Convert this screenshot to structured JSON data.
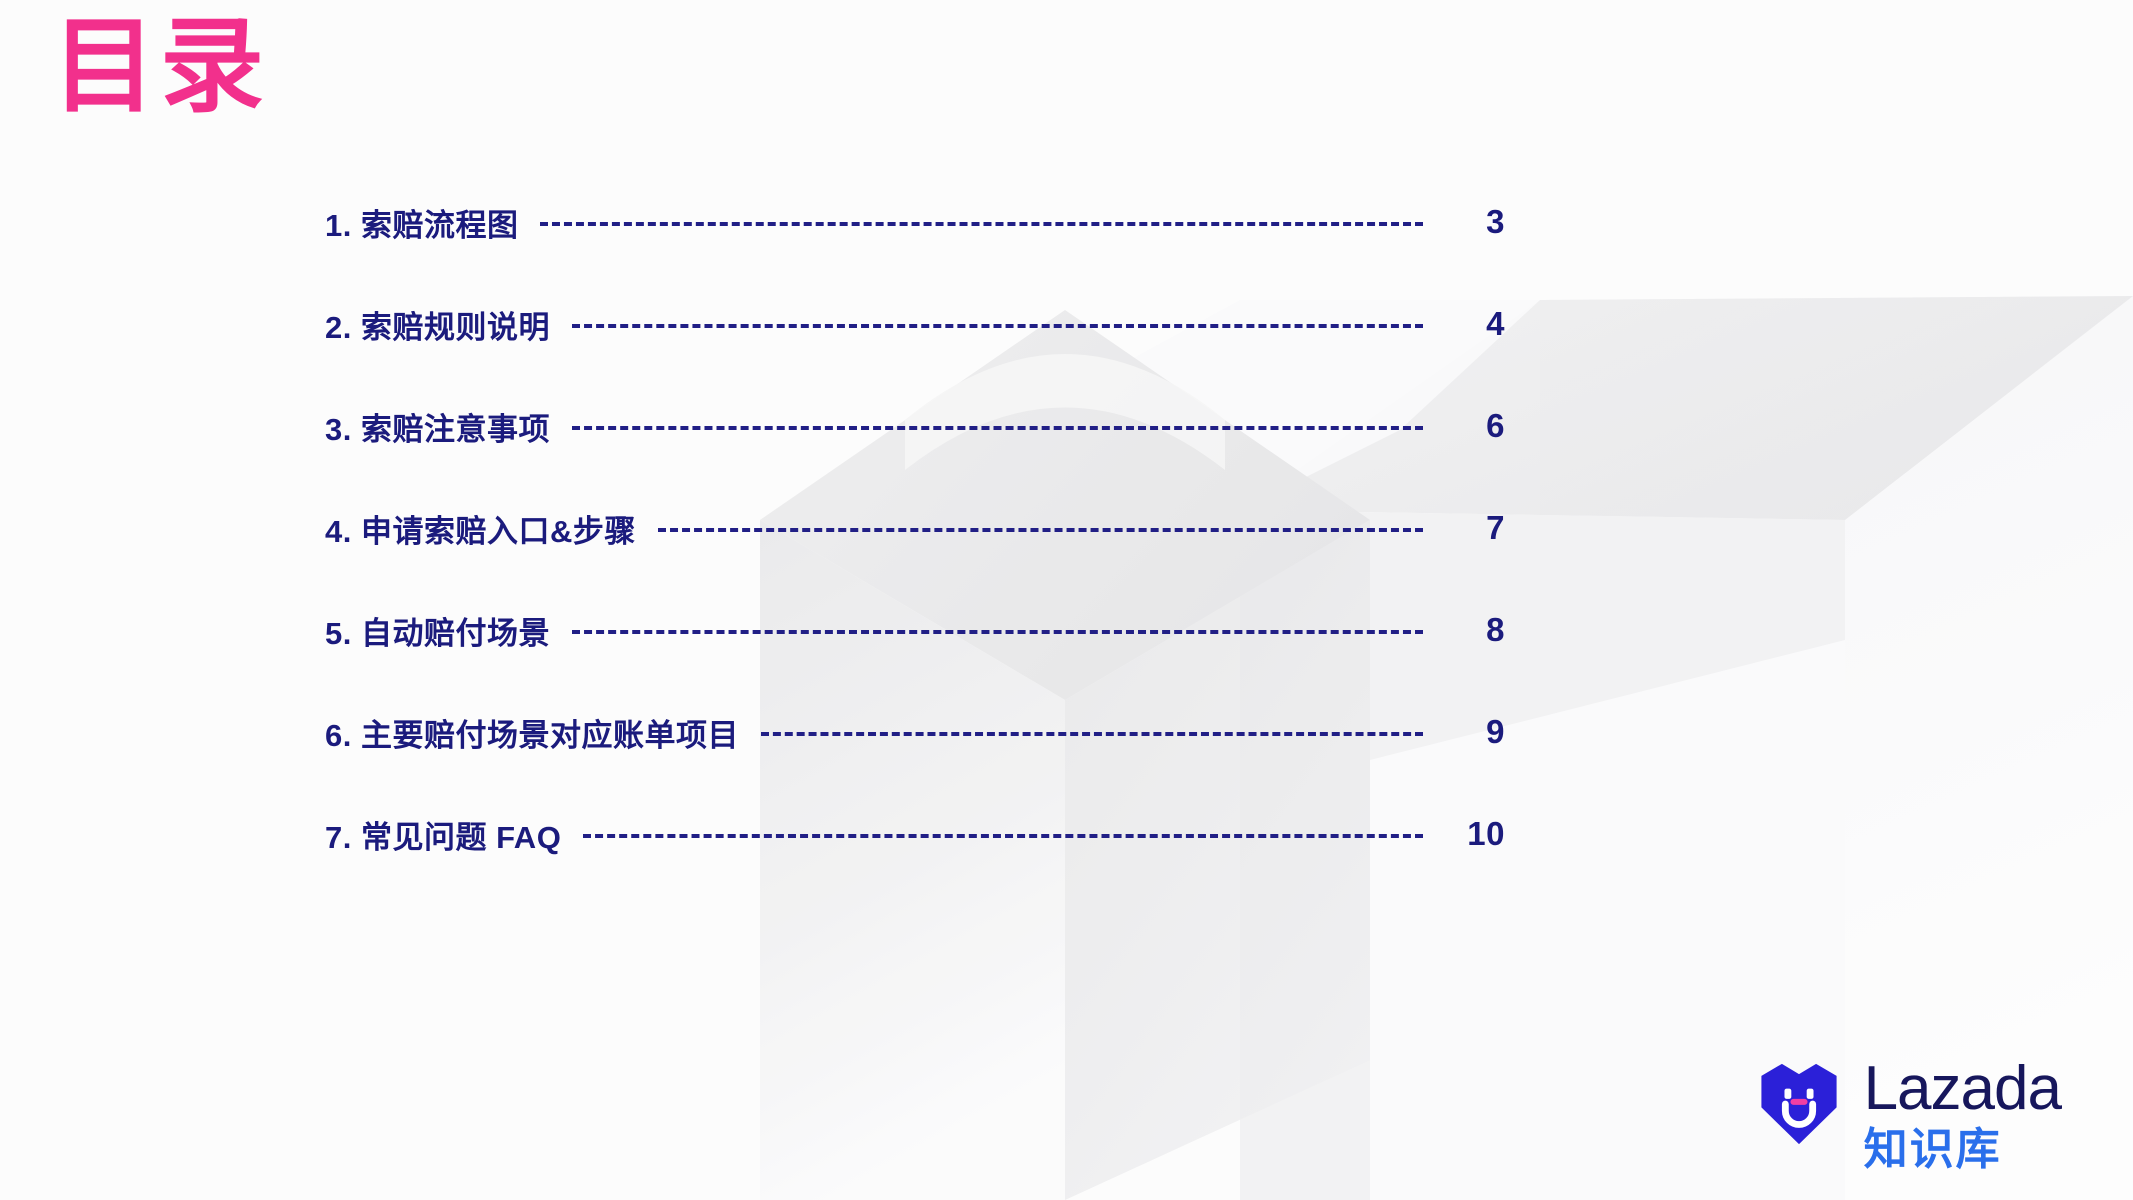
{
  "slide": {
    "title": "目录",
    "title_color": "#F2308C",
    "background_color": "#FCFCFC",
    "text_color": "#1B1B7D",
    "leader_color": "#211F86"
  },
  "toc": {
    "entries": [
      {
        "index": "1.",
        "label": "1. 索赔流程图",
        "page": "3"
      },
      {
        "index": "2.",
        "label": "2. 索赔规则说明",
        "page": "4"
      },
      {
        "index": "3.",
        "label": "3. 索赔注意事项",
        "page": "6"
      },
      {
        "index": "4.",
        "label": "4. 申请索赔入口&步骤",
        "page": "7"
      },
      {
        "index": "5.",
        "label": "5. 自动赔付场景",
        "page": "8"
      },
      {
        "index": "6.",
        "label": "6. 主要赔付场景对应账单项目",
        "page": "9"
      },
      {
        "index": "7.",
        "label": "7. 常见问题 FAQ",
        "page": "10"
      }
    ]
  },
  "logo": {
    "mark_name": "lazada-heart-icon",
    "mark_color": "#2B20D8",
    "mark_accent_color": "#F03FA4",
    "wordmark": "Lazada",
    "wordmark_color": "#17175C",
    "sublabel": "知识库",
    "sublabel_color": "#2A6FEB"
  },
  "decoration": {
    "name": "isometric-heart-box",
    "fill_light": "#F3F3F4",
    "fill_mid": "#E9E9EB",
    "fill_dark": "#E3E3E5"
  }
}
